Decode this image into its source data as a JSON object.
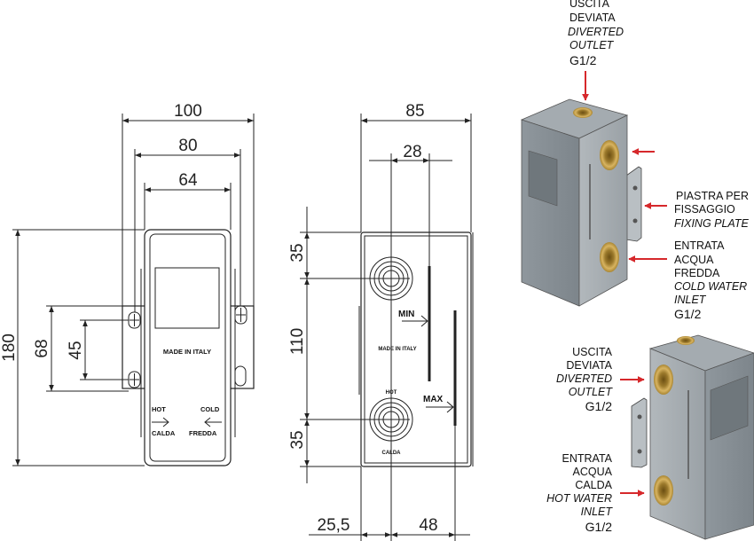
{
  "front_view": {
    "dims": {
      "w100": "100",
      "w80": "80",
      "w64": "64",
      "h180": "180",
      "h68": "68",
      "h45": "45"
    },
    "marks": {
      "made_in_italy": "MADE IN ITALY",
      "hot": "HOT",
      "calda": "CALDA",
      "cold": "COLD",
      "fredda": "FREDDA"
    }
  },
  "side_view": {
    "dims": {
      "w85": "85",
      "w28": "28",
      "h35_top": "35",
      "h110": "110",
      "h35_bottom": "35",
      "w25_5": "25,5",
      "w48": "48"
    },
    "marks": {
      "min": "MIN",
      "max": "MAX",
      "made_in_italy": "MADE IN ITALY",
      "hot": "HOT",
      "calda": "CALDA"
    }
  },
  "iso_top": {
    "diverted": {
      "l1": "USCITA",
      "l2": "DEVIATA",
      "l3": "DIVERTED",
      "l4": "OUTLET",
      "g": "G1/2"
    },
    "plate": {
      "l1": "PIASTRA PER",
      "l2": "FISSAGGIO",
      "l3": "FIXING PLATE"
    },
    "cold": {
      "l1": "ENTRATA",
      "l2": "ACQUA",
      "l3": "FREDDA",
      "l4": "COLD WATER",
      "l5": "INLET",
      "g": "G1/2"
    }
  },
  "iso_bottom": {
    "diverted": {
      "l1": "USCITA",
      "l2": "DEVIATA",
      "l3": "DIVERTED",
      "l4": "OUTLET",
      "g": "G1/2"
    },
    "hot": {
      "l1": "ENTRATA",
      "l2": "ACQUA",
      "l3": "CALDA",
      "l4": "HOT WATER",
      "l5": "INLET",
      "g": "G1/2"
    }
  },
  "colors": {
    "arrow": "#d6282b",
    "body_grey": "#8e969c",
    "brass": "#c9a24a"
  }
}
